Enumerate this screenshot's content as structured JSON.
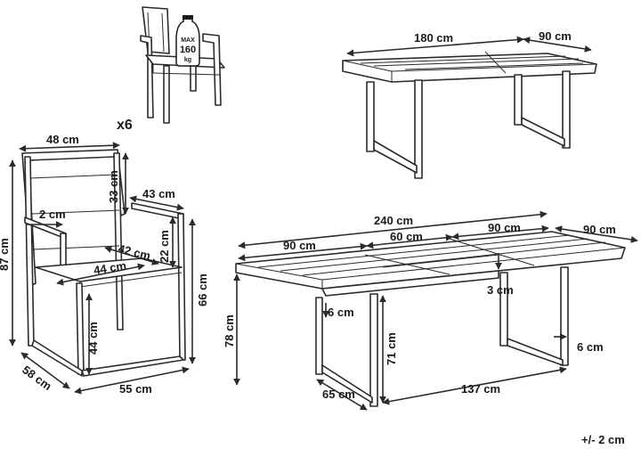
{
  "chair_icon": {
    "max_label": "MAX",
    "weight": "160",
    "unit": "kg",
    "quantity": "x6"
  },
  "table_top": {
    "length": "180 cm",
    "width": "90 cm"
  },
  "chair": {
    "width": "48 cm",
    "back_height": "33 cm",
    "arm_depth": "43 cm",
    "arm_offset": "2 cm",
    "seat_depth": "42 cm",
    "arm_height": "22 cm",
    "seat_width": "44 cm",
    "total_height": "87 cm",
    "arm_total_height": "66 cm",
    "seat_height": "44 cm",
    "depth": "58 cm",
    "base_width": "55 cm"
  },
  "table_extended": {
    "length": "240 cm",
    "section_left": "90 cm",
    "section_middle": "60 cm",
    "section_right": "90 cm",
    "width": "90 cm",
    "gap_top": "3 cm",
    "apron": "6 cm",
    "height": "78 cm",
    "leg_height": "71 cm",
    "leg_thickness": "6 cm",
    "leg_depth": "65 cm",
    "leg_span": "137 cm"
  },
  "tolerance": "+/- 2 cm"
}
